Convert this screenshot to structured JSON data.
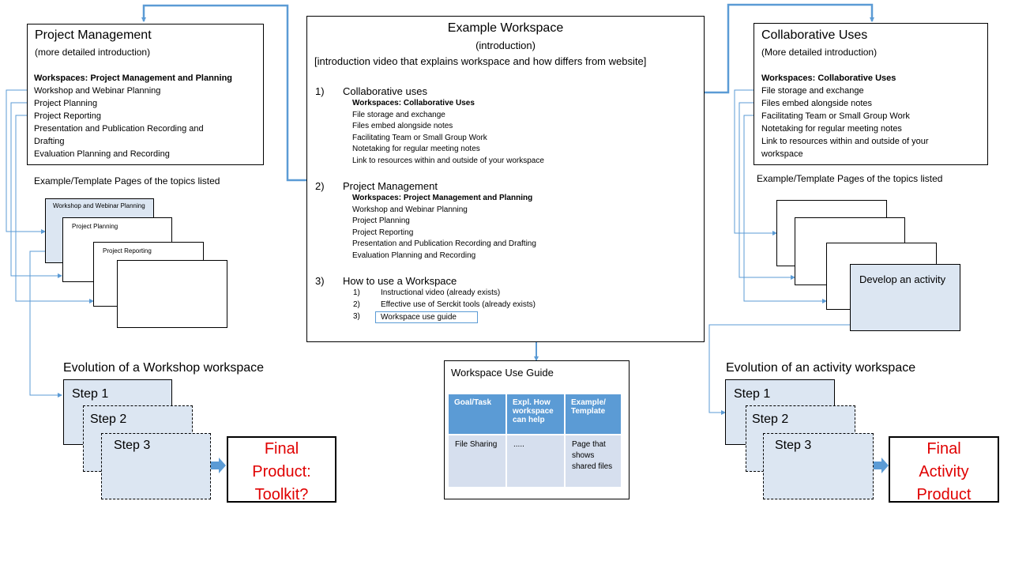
{
  "colors": {
    "accent": "#5b9bd5",
    "step_fill": "#dce6f2",
    "final_text": "#e00000"
  },
  "center": {
    "title": "Example Workspace",
    "subtitle": "(introduction)",
    "video": "[introduction  video that explains workspace and how differs from website]",
    "s1": {
      "num": "1)",
      "heading": "Collaborative uses",
      "items": [
        "Workspaces: Collaborative Uses",
        "File storage and exchange",
        "Files embed alongside notes",
        "Facilitating Team or Small Group Work",
        "Notetaking for regular meeting notes",
        "Link to resources within and outside of your workspace"
      ]
    },
    "s2": {
      "num": "2)",
      "heading": "Project Management",
      "items": [
        "Workspaces: Project Management and Planning",
        "Workshop and Webinar Planning",
        "Project Planning",
        "Project Reporting",
        "Presentation and Publication Recording and Drafting",
        "Evaluation Planning and Recording"
      ]
    },
    "s3": {
      "num": "3)",
      "heading": "How to use a Workspace",
      "items": [
        {
          "num": "1)",
          "text": "Instructional video (already exists)"
        },
        {
          "num": "2)",
          "text": "Effective use of Serckit tools (already exists)"
        },
        {
          "num": "3)",
          "text": "Workspace use guide"
        }
      ]
    }
  },
  "left": {
    "title": "Project Management",
    "subtitle": "(more detailed introduction)",
    "items": [
      "Workspaces: Project Management and Planning",
      "Workshop and Webinar Planning",
      "Project Planning",
      "Project Reporting",
      "Presentation and Publication Recording and",
      "Drafting",
      "Evaluation Planning and Recording"
    ],
    "examples_label": "Example/Template Pages of the topics listed",
    "page_labels": [
      "Workshop and Webinar Planning",
      "Project Planning",
      "Project Reporting"
    ],
    "evolution_title": "Evolution of a Workshop workspace",
    "steps": [
      "Step 1",
      "Step 2",
      "Step 3"
    ],
    "final": [
      "Final",
      "Product:",
      "Toolkit?"
    ]
  },
  "right": {
    "title": "Collaborative Uses",
    "subtitle": "(More detailed introduction)",
    "items": [
      "Workspaces: Collaborative Uses",
      "File storage and exchange",
      "Files embed alongside notes",
      "Facilitating Team or Small Group Work",
      "Notetaking for regular meeting notes",
      "Link to resources within and outside of your",
      "workspace"
    ],
    "examples_label": "Example/Template Pages of the topics listed",
    "develop_label": "Develop an activity",
    "evolution_title": "Evolution of an activity workspace",
    "steps": [
      "Step 1",
      "Step 2",
      "Step 3"
    ],
    "final": [
      "Final",
      "Activity",
      "Product"
    ]
  },
  "guide": {
    "title": "Workspace Use Guide",
    "headers": [
      "Goal/Task",
      "Expl. How workspace can help",
      "Example/ Template"
    ],
    "row": [
      "File Sharing",
      ".....",
      "Page that shows shared files"
    ]
  }
}
